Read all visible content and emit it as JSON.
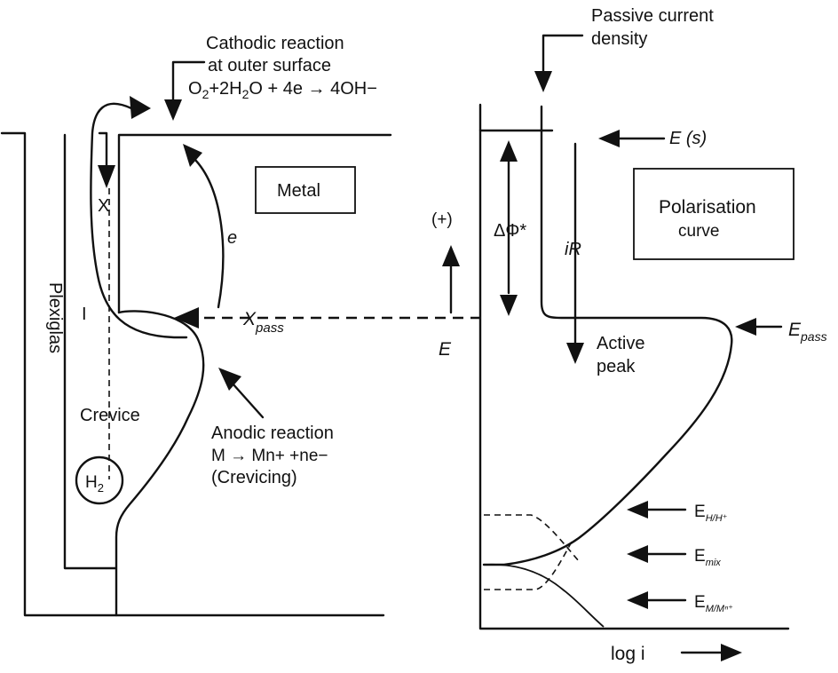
{
  "left": {
    "cathodic_line1": "Cathodic reaction",
    "cathodic_line2": "at outer surface",
    "eq_O": "O",
    "eq_O_sub": "2",
    "eq_mid": "+2H",
    "eq_H_sub": "2",
    "eq_rest": "O + 4e → 4OH−",
    "metal": "Metal",
    "e": "e",
    "x": "X",
    "i": "I",
    "x_pass": "X",
    "x_pass_sub": "pass",
    "plexiglas": "Plexiglas",
    "crevice": "Crevice",
    "h2": "H",
    "h2_sub": "2",
    "anodic_line1": "Anodic reaction",
    "anodic_line2": "M → Mn+ +ne−",
    "anodic_line3": "(Crevicing)"
  },
  "right": {
    "passive_line1": "Passive current",
    "passive_line2": "density",
    "E_s": "E (s)",
    "plus": "(+)",
    "delta_phi": "ΔΦ*",
    "iR": "iR",
    "E_axis": "E",
    "polar_line1": "Polarisation",
    "polar_line2": "curve",
    "E_pass": "E",
    "E_pass_sub": "pass",
    "active_line1": "Active",
    "active_line2": "peak",
    "E_HH": "E",
    "E_HH_sub": "H/H⁺",
    "E_mix": "E",
    "E_mix_sub": "mix",
    "E_MM": "E",
    "E_MM_sub": "M/Mⁿ⁺",
    "log_i": "log i"
  }
}
